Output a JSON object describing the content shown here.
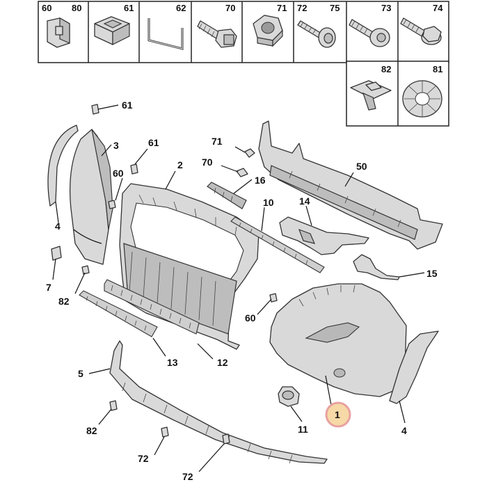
{
  "colors": {
    "part_fill": "#d9d9d9",
    "line": "#222222",
    "highlight_fill": "#f6d9a6",
    "highlight_ring": "#e9a1a1"
  },
  "fastener_table": {
    "row1": [
      {
        "refs": [
          "60",
          "80"
        ],
        "icon": "clip-nut-icon"
      },
      {
        "refs": [
          "61"
        ],
        "icon": "square-clip-icon"
      },
      {
        "refs": [
          "62"
        ],
        "icon": "bracket-wire-icon"
      },
      {
        "refs": [
          "70"
        ],
        "icon": "hex-bolt-icon"
      },
      {
        "refs": [
          "71"
        ],
        "icon": "hex-nut-icon"
      },
      {
        "refs": [
          "72",
          "75"
        ],
        "icon": "flange-screw-icon"
      },
      {
        "refs": [
          "73"
        ],
        "icon": "torx-screw-icon"
      },
      {
        "refs": [
          "74"
        ],
        "icon": "flange-bolt-icon"
      }
    ],
    "row2": [
      {
        "refs": [
          "82"
        ],
        "icon": "spring-clip-icon"
      },
      {
        "refs": [
          "81"
        ],
        "icon": "star-washer-icon"
      }
    ]
  },
  "callouts": {
    "c61a": "61",
    "c3": "3",
    "c61b": "61",
    "c60a": "60",
    "c2": "2",
    "c71": "71",
    "c70": "70",
    "c16": "16",
    "c50": "50",
    "c4a": "4",
    "c10": "10",
    "c14": "14",
    "c7": "7",
    "c15": "15",
    "c82a": "82",
    "c60b": "60",
    "c13": "13",
    "c12": "12",
    "c5": "5",
    "c1": "1",
    "c11": "11",
    "c4b": "4",
    "c82b": "82",
    "c72a": "72",
    "c72b": "72"
  }
}
